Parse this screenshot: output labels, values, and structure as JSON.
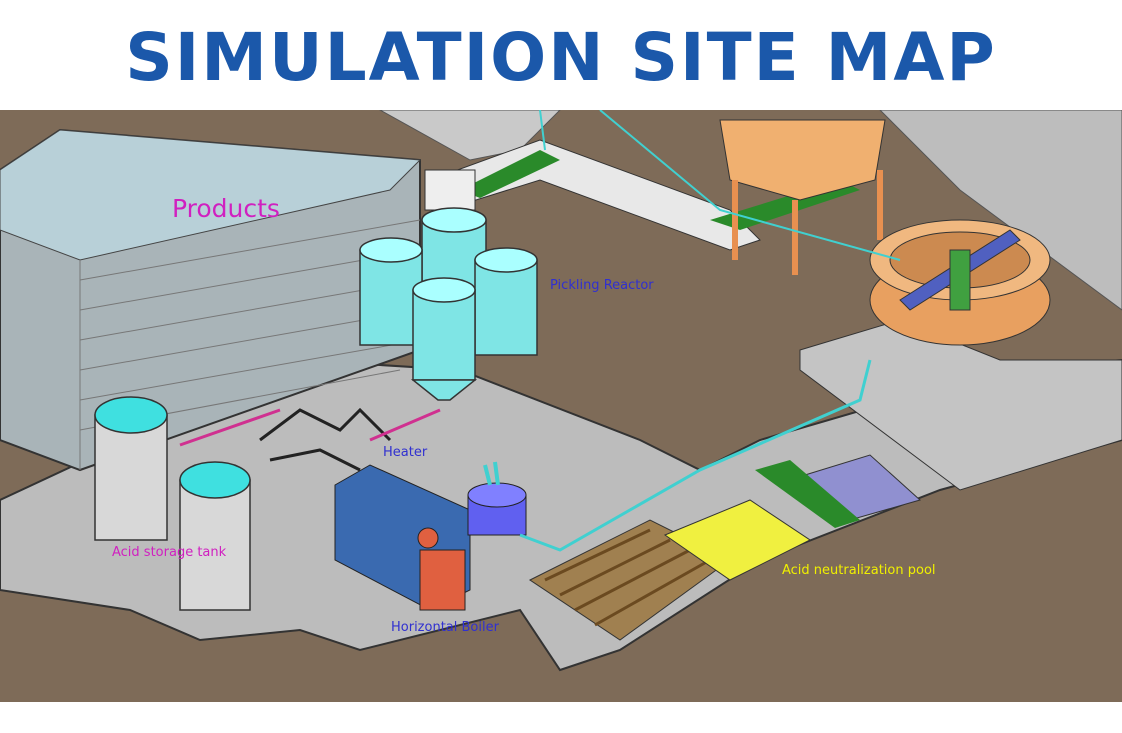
{
  "title": "SIMULATION SITE MAP",
  "labels": {
    "products": "Products",
    "pickling_reactor": "Pickling Reactor",
    "heater": "Heater",
    "acid_storage_tank": "Acid storage tank",
    "horizontal_boiler": "Horizontal Boiler",
    "acid_neutralization_pool": "Acid neutralization pool"
  },
  "colors": {
    "title": "#1b58aa",
    "ground": "#7e6b58",
    "products_label": "#d020c0",
    "equipment_label": "#3030d0",
    "pool_label": "#f0f000"
  }
}
